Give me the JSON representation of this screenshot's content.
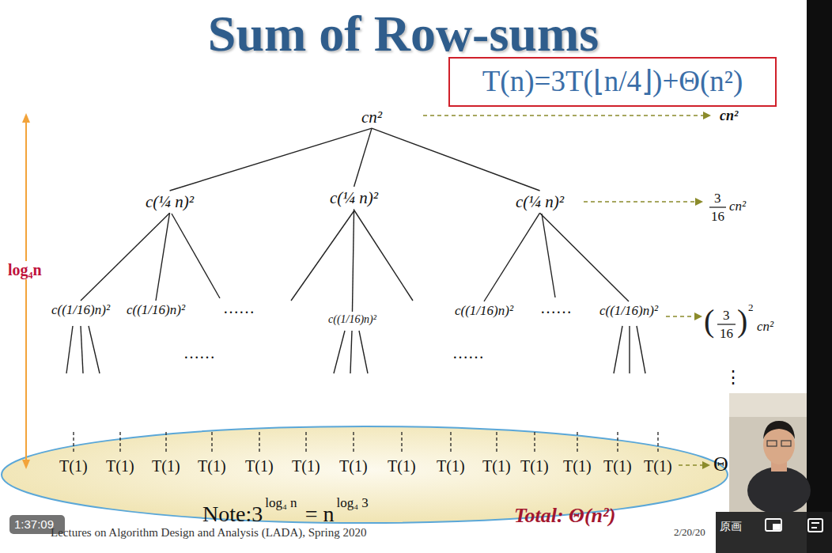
{
  "diagram": {
    "title": "Sum of Row-sums",
    "nodes": [
      {
        "text": [
          "T(n)=3T(⌊n/4⌋)+Θ(n²)"
        ]
      },
      {
        "text": [
          "cn²"
        ]
      },
      {
        "text": [
          "c(¼ n)²"
        ]
      },
      {
        "text": [
          "c(¼ n)²"
        ]
      },
      {
        "text": [
          "c(¼ n)²"
        ]
      },
      {
        "text": [
          "c((1/16)n)²"
        ]
      },
      {
        "text": [
          "c((1/16)n)²"
        ]
      },
      {
        "text": [
          "c((1/16)n)²"
        ]
      },
      {
        "text": [
          "c((1/16)n)²"
        ]
      },
      {
        "text": [
          "c((1/16)n)²"
        ]
      },
      {
        "text": [
          "T(1)",
          "T(1)",
          "T(1)",
          "T(1)",
          "T(1)",
          "T(1)",
          "T(1)",
          "T(1)",
          "T(1)",
          "T(1)",
          "T(1)",
          "T(1)",
          "T(1)",
          "T(1)"
        ]
      }
    ],
    "edges": [
      {
        "from": 1,
        "to": 2,
        "arrow": "none"
      },
      {
        "from": 1,
        "to": 3,
        "arrow": "none"
      },
      {
        "from": 1,
        "to": 4,
        "arrow": "none"
      },
      {
        "from": 2,
        "to": 5,
        "arrow": "none"
      },
      {
        "from": 2,
        "to": 6,
        "arrow": "none"
      },
      {
        "from": 3,
        "to": 7,
        "arrow": "none"
      },
      {
        "from": 4,
        "to": 8,
        "arrow": "none"
      },
      {
        "from": 4,
        "to": 9,
        "arrow": "none"
      }
    ],
    "labels": [
      "cn²",
      "3",
      "16",
      "cn²",
      "(",
      "3",
      "16",
      ")",
      "2",
      "cn²",
      "⋮",
      "Θ",
      "log₄n",
      "……",
      "……",
      "……",
      "……",
      "Note:3",
      "log₄ n",
      "= n",
      "log₄ 3",
      "Total: Θ(n²)",
      "1:37:09",
      "Lectures on Algorithm Design and Analysis (LADA), Spring 2020",
      "2/20/20",
      "原画"
    ]
  }
}
